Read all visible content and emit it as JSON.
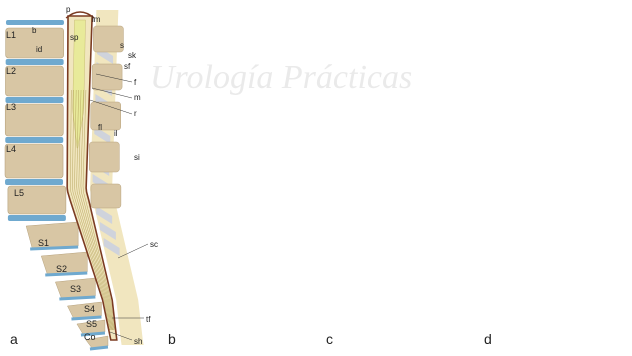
{
  "figure": {
    "watermark": "Urología Prácticas",
    "colors": {
      "bone": "#d8c6a4",
      "bone_edge": "#b7a27d",
      "disc": "#6fa9cf",
      "canal": "#f1e6bf",
      "cord": "#e8ea9a",
      "dura": "#7b3b22",
      "sac": "#c29a85",
      "hair": "#5b2a1f",
      "muscle": "#c9cfe0"
    },
    "panels": [
      {
        "id": "a",
        "label": "a"
      },
      {
        "id": "b",
        "label": "b"
      },
      {
        "id": "c",
        "label": "c"
      },
      {
        "id": "d",
        "label": "d"
      }
    ],
    "panel_a_labels": {
      "vertebra_levels": [
        "L1",
        "L2",
        "L3",
        "L4",
        "L5",
        "S1",
        "S2",
        "S3",
        "S4",
        "S5",
        "Co"
      ],
      "top": [
        "p",
        "lm"
      ],
      "left": [
        "b",
        "sp",
        "id"
      ],
      "right": [
        "s",
        "sk",
        "sf",
        "f",
        "m",
        "r",
        "fl",
        "il",
        "si",
        "sc",
        "tf",
        "sh"
      ]
    }
  }
}
